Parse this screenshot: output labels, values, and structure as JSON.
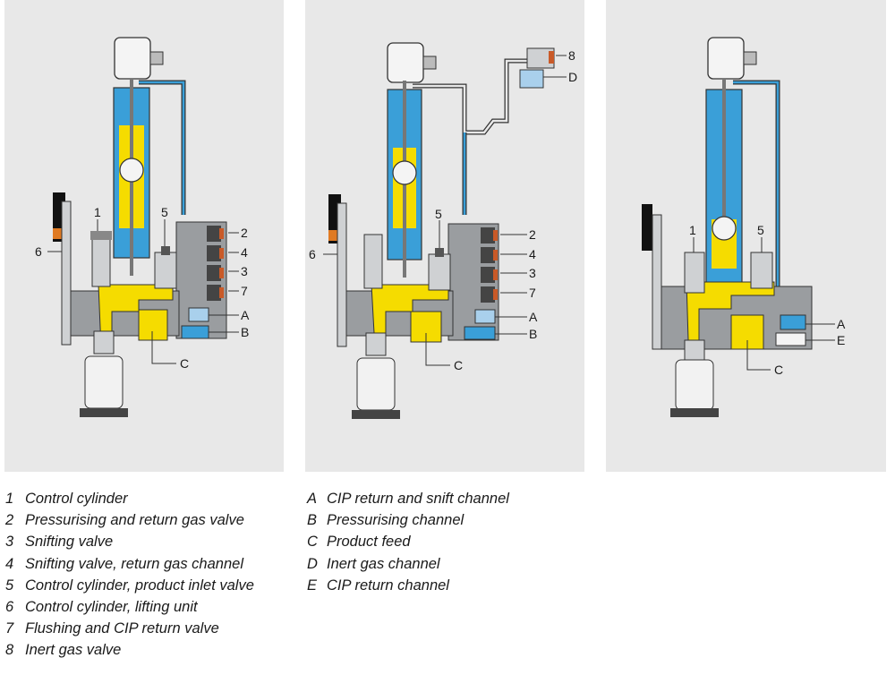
{
  "colors": {
    "product": "#f5dc00",
    "gas": "#3a9fd8",
    "cip": "#a9d0ec",
    "steel": "#8f9295",
    "panel_bg": "#e8e8e8",
    "dark": "#333333"
  },
  "diagrams": [
    {
      "labels": {
        "n1": "1",
        "n2": "2",
        "n3": "3",
        "n4": "4",
        "n5": "5",
        "n6": "6",
        "n7": "7",
        "A": "A",
        "B": "B",
        "C": "C"
      }
    },
    {
      "labels": {
        "n2": "2",
        "n3": "3",
        "n4": "4",
        "n5": "5",
        "n6": "6",
        "n7": "7",
        "n8": "8",
        "A": "A",
        "B": "B",
        "C": "C",
        "D": "D"
      }
    },
    {
      "labels": {
        "n1": "1",
        "n5": "5",
        "A": "A",
        "C": "C",
        "E": "E"
      }
    }
  ],
  "legend_numbers": [
    {
      "key": "1",
      "text": "Control cylinder"
    },
    {
      "key": "2",
      "text": "Pressurising and return gas valve"
    },
    {
      "key": "3",
      "text": "Snifting valve"
    },
    {
      "key": "4",
      "text": "Snifting valve, return gas channel"
    },
    {
      "key": "5",
      "text": "Control cylinder, product inlet valve"
    },
    {
      "key": "6",
      "text": "Control cylinder, lifting unit"
    },
    {
      "key": "7",
      "text": "Flushing and CIP return valve"
    },
    {
      "key": "8",
      "text": "Inert gas valve"
    }
  ],
  "legend_letters": [
    {
      "key": "A",
      "text": "CIP return and snift channel"
    },
    {
      "key": "B",
      "text": "Pressurising channel"
    },
    {
      "key": "C",
      "text": "Product feed"
    },
    {
      "key": "D",
      "text": "Inert gas channel"
    },
    {
      "key": "E",
      "text": "CIP return channel"
    }
  ]
}
